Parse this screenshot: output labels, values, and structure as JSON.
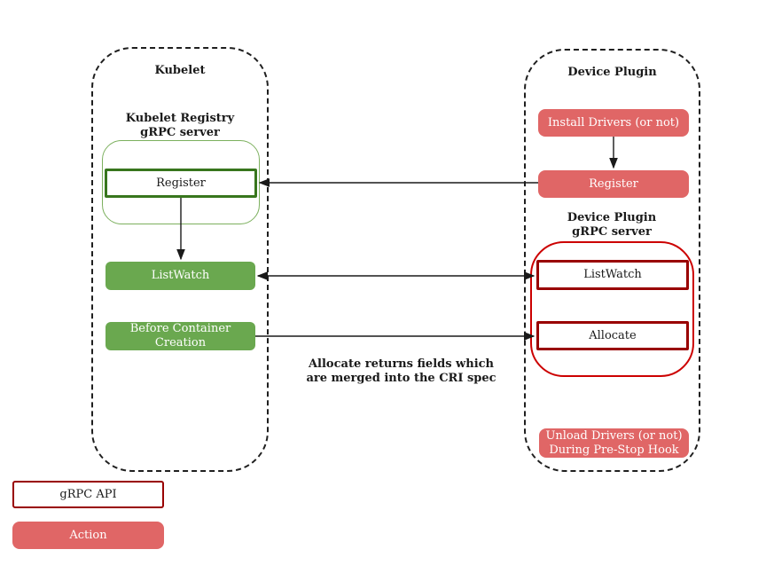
{
  "diagram": {
    "kubelet": {
      "title": "Kubelet",
      "registry_server_label": [
        "Kubelet Registry",
        "gRPC server"
      ],
      "register": "Register",
      "listwatch": "ListWatch",
      "before_container_creation": "Before Container Creation"
    },
    "device_plugin": {
      "title": "Device Plugin",
      "install_drivers": "Install Drivers (or not)",
      "register": "Register",
      "grpc_server_label": [
        "Device Plugin",
        "gRPC server"
      ],
      "listwatch": "ListWatch",
      "allocate": "Allocate",
      "unload_drivers": [
        "Unload Drivers (or not)",
        "During Pre-Stop Hook"
      ]
    },
    "annotation": [
      "Allocate returns fields which",
      "are merged into the CRI spec"
    ],
    "legend": {
      "grpc_api": "gRPC API",
      "action": "Action"
    },
    "colors": {
      "action_red": "#e06666",
      "green": "#6aa84f",
      "dark_green_border": "#38761d",
      "light_green_border": "#7cb05e",
      "bright_red_border": "#cc0000",
      "dark_red_border": "#990000",
      "arrow_black": "#1a1a1a"
    }
  }
}
